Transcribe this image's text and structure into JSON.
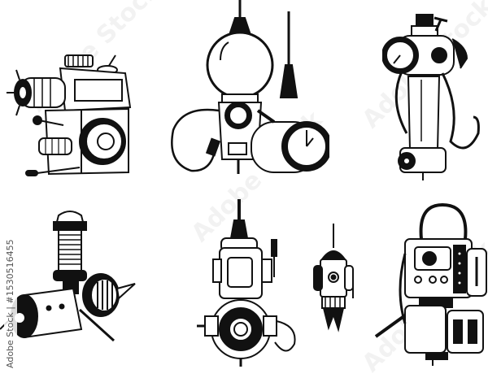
{
  "image": {
    "description": "Set of six black-and-white vintage retro-futuristic machine illustrations on white background",
    "background_color": "#ffffff",
    "ink_color": "#111111"
  },
  "watermark": {
    "vertical_text": "Adobe Stock | #1530516455",
    "diagonal_text": "Adobe Stock"
  },
  "illustrations": [
    {
      "id": "camera-projector",
      "label": "Retro camera projector with lens and crank"
    },
    {
      "id": "globe-device",
      "label": "Glass globe device with antenna, hose and dial cylinder"
    },
    {
      "id": "gauge-pump",
      "label": "Vertical pump with pressure gauge and hose"
    },
    {
      "id": "capsule-engine",
      "label": "Twin-drum engine with tower and rod"
    },
    {
      "id": "hydrant-machine",
      "label": "Tall hydrant-like machine with round port"
    },
    {
      "id": "small-pod",
      "label": "Small hanging pod with antenna"
    },
    {
      "id": "radio-backpack",
      "label": "Boxy radio backpack with handle and antenna"
    }
  ]
}
